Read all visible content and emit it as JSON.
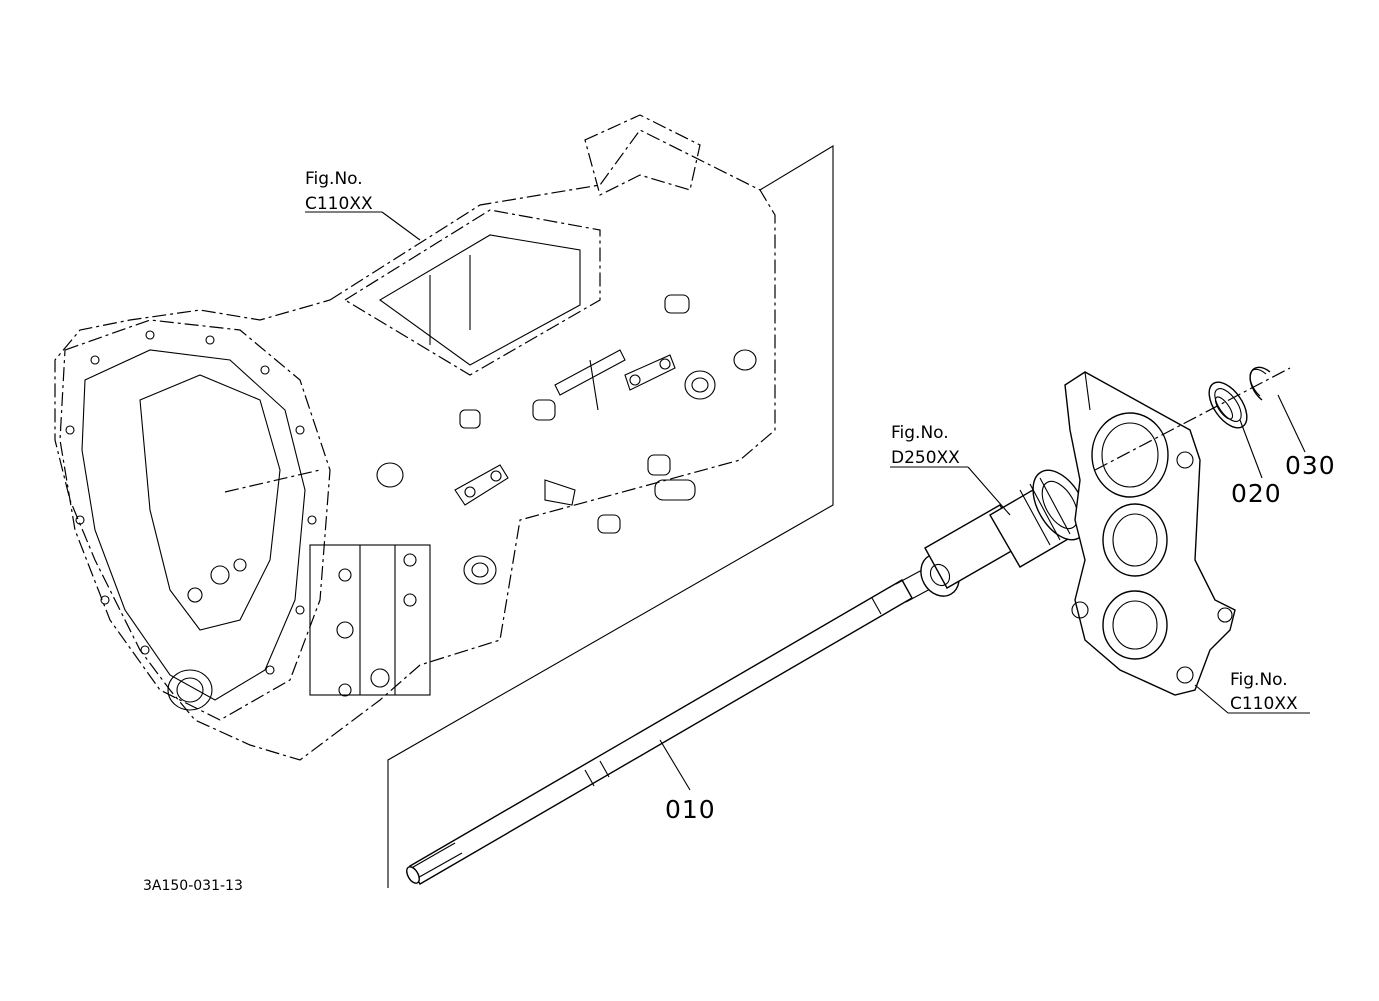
{
  "references": {
    "transmission_case": {
      "fig_label": "Fig.No.",
      "fig_code": "C110XX"
    },
    "gear_assembly": {
      "fig_label": "Fig.No.",
      "fig_code": "D250XX"
    },
    "front_cover": {
      "fig_label": "Fig.No.",
      "fig_code": "C110XX"
    }
  },
  "parts": {
    "shaft": "010",
    "bearing": "020",
    "circlip": "030"
  },
  "drawing_code": "3A150-031-13"
}
